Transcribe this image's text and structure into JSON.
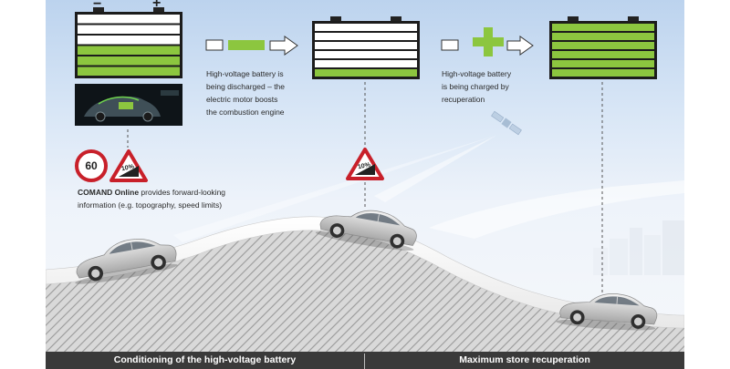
{
  "battery_states": [
    {
      "id": "conditioning",
      "green_levels": 3
    },
    {
      "id": "discharging",
      "green_levels": 1
    },
    {
      "id": "charging",
      "green_levels": 6
    }
  ],
  "battery_terminals": {
    "minus": "−",
    "plus": "+"
  },
  "captions": {
    "discharge_lines": [
      "High-voltage battery is",
      "being discharged – the",
      "electric motor boosts",
      "the combustion engine"
    ],
    "charge_lines": [
      "High-voltage battery",
      "is being charged by",
      "recuperation"
    ],
    "comand_bold": "COMAND Online",
    "comand_rest": " provides forward-looking",
    "comand_line2": "information (e.g. topography, speed limits)"
  },
  "signs": {
    "speed_limit": "60",
    "gradient_left": "10%",
    "gradient_right": "10%"
  },
  "sections": {
    "left": "Conditioning of the high-voltage battery",
    "right": "Maximum store recuperation"
  },
  "colors": {
    "battery_green": "#8cc63f",
    "bar_dark": "#3a3a3a",
    "sign_red": "#c8202a"
  },
  "icons": [
    "minus-icon",
    "plus-icon",
    "arrow-right-icon",
    "plus-charge-icon",
    "satellite-icon",
    "car-icon",
    "speed-limit-sign-icon",
    "gradient-warning-sign-icon"
  ]
}
